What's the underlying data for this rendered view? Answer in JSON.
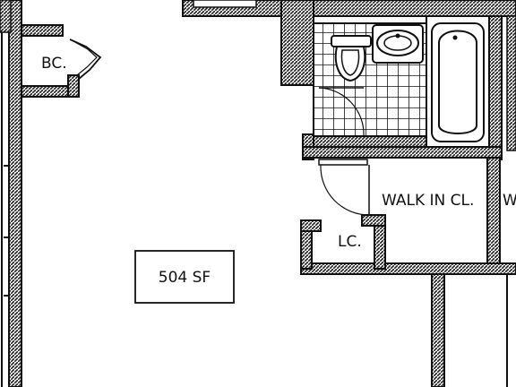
{
  "labels": {
    "bc": "BC.",
    "lc": "LC.",
    "walk_in": "WALK IN CL.",
    "edge_w": "W",
    "area": "504 SF"
  },
  "colors": {
    "wall_fill": "#555555",
    "line": "#111111",
    "background": "#ffffff"
  }
}
